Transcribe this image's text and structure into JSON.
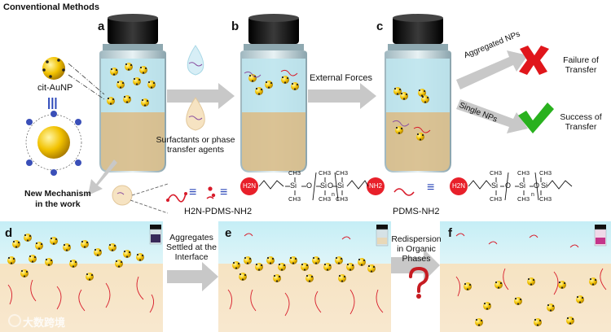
{
  "header": {
    "title": "Conventional Methods"
  },
  "panels": {
    "a": "a",
    "b": "b",
    "c": "c",
    "d": "d",
    "e": "e",
    "f": "f"
  },
  "left_legend": {
    "particle_label": "cit-AuNP",
    "equiv_symbol": "|||"
  },
  "arrows": {
    "a_to_b_caption_line1": "Surfactants or phase",
    "a_to_b_caption_line2": "transfer agents",
    "b_to_c_caption": "External Forces",
    "aggregated_label": "Aggregated NPs",
    "single_label": "Single NPs",
    "d_to_e_line1": "Aggregates",
    "d_to_e_line2": "Settled at the",
    "d_to_e_line3": "Interface",
    "e_to_f_line1": "Redispersion",
    "e_to_f_line2": "in Organic",
    "e_to_f_line3": "Phases"
  },
  "outcomes": {
    "failure_line1": "Failure of",
    "failure_line2": "Transfer",
    "success_line1": "Success of",
    "success_line2": "Transfer"
  },
  "mechanism": {
    "line1": "New Mechanism",
    "line2": "in the work"
  },
  "chem": {
    "diamine_name": "H2N-PDMS-NH2",
    "mono_name": "PDMS-NH2",
    "equiv": "≡",
    "h2n": "H2N",
    "nh2": "NH2",
    "si": "Si",
    "o": "O",
    "ch3": "CH3",
    "n": "n"
  },
  "watermark": "大数跨境",
  "colors": {
    "gold": "#f2c200",
    "gold_dark": "#b88a00",
    "water": "#cdeef4",
    "organic": "#f5dcb4",
    "cap": "#1a1a1a",
    "arrow_grey": "#bdbdbd",
    "fail_red": "#e0161b",
    "success_green": "#29b11e",
    "ligand_red": "#d81b2a",
    "ligand_purple": "#8a4fa0"
  }
}
